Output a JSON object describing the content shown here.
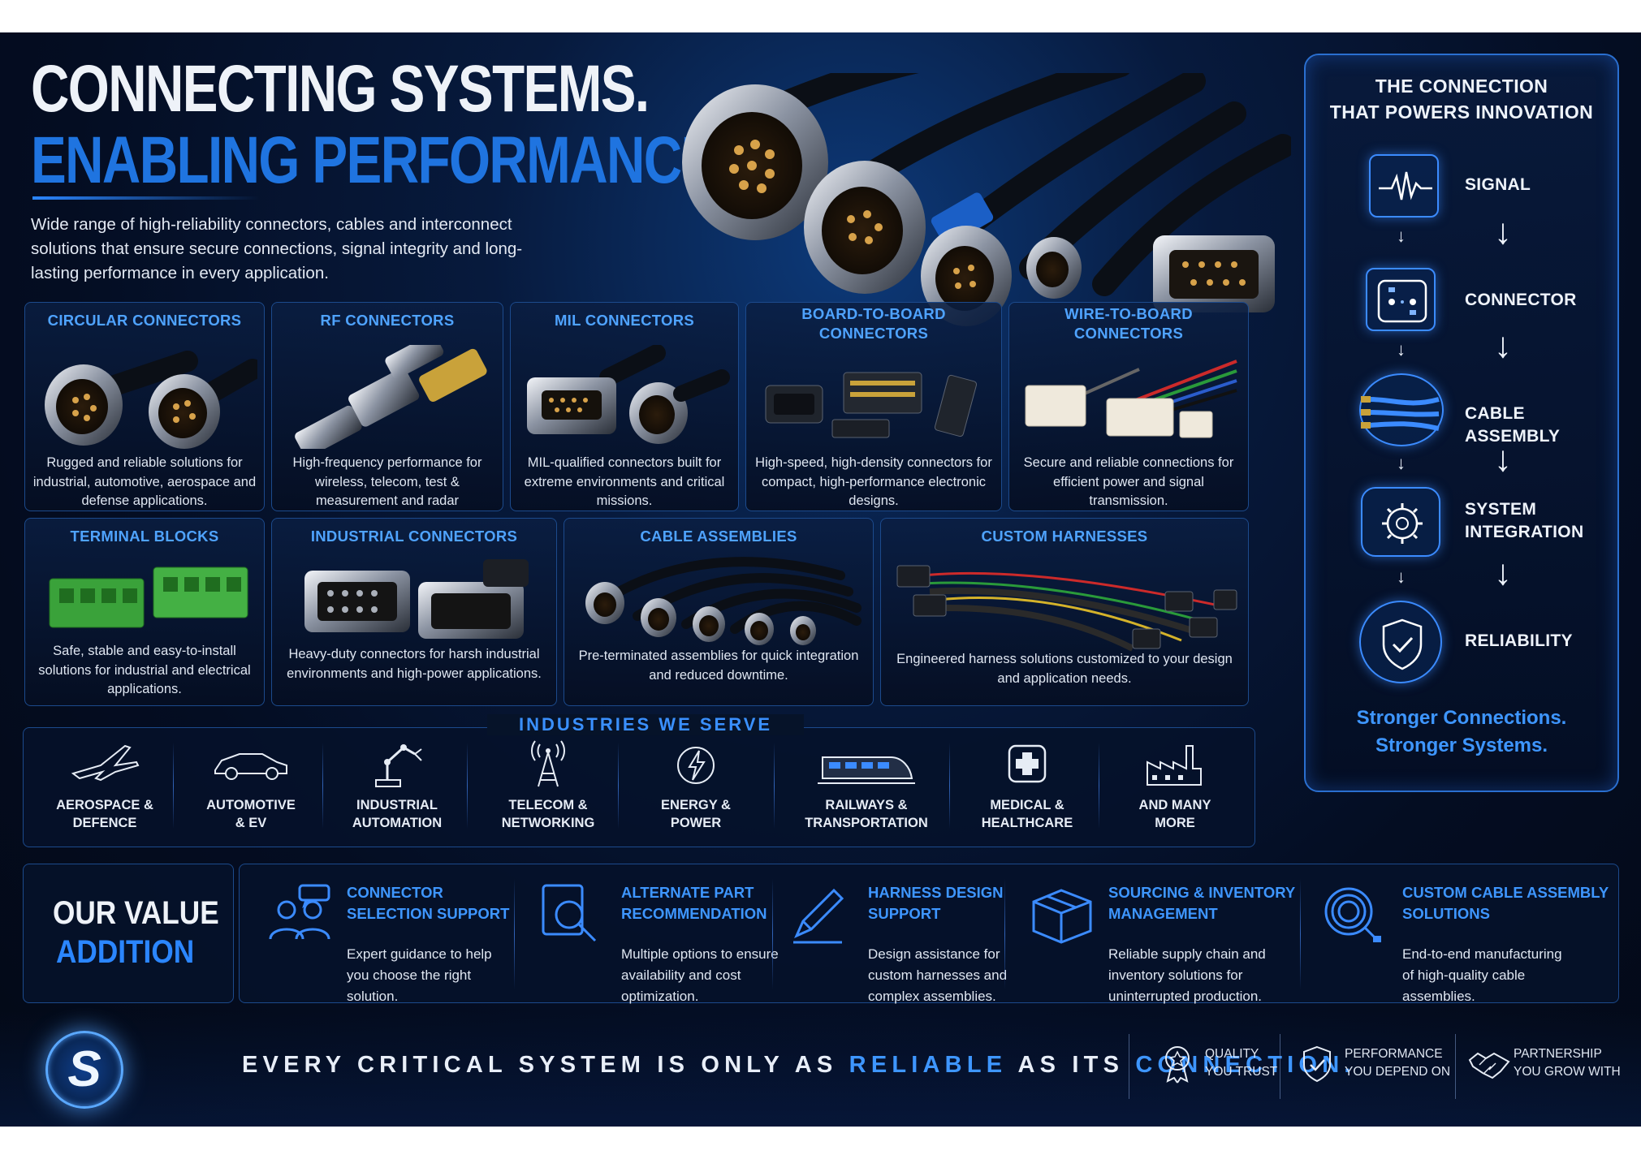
{
  "headline": {
    "line1": "CONNECTING SYSTEMS.",
    "line2": "ENABLING PERFORMANCE."
  },
  "intro": "Wide range of high-reliability connectors, cables and interconnect solutions that ensure secure connections, signal integrity and long-lasting performance in every application.",
  "products_row1": [
    {
      "title": "CIRCULAR CONNECTORS",
      "desc": "Rugged and reliable solutions for industrial, automotive, aerospace and defense applications."
    },
    {
      "title": "RF CONNECTORS",
      "desc": "High-frequency performance for wireless, telecom, test & measurement and radar applications."
    },
    {
      "title": "MIL CONNECTORS",
      "desc": "MIL-qualified connectors built for extreme environments and critical missions."
    },
    {
      "title": "BOARD-TO-BOARD CONNECTORS",
      "desc": "High-speed, high-density connectors for compact, high-performance electronic designs."
    },
    {
      "title": "WIRE-TO-BOARD CONNECTORS",
      "desc": "Secure and reliable connections for efficient power and signal transmission."
    }
  ],
  "products_row2": [
    {
      "title": "TERMINAL BLOCKS",
      "desc": "Safe, stable and easy-to-install solutions for industrial and electrical applications."
    },
    {
      "title": "INDUSTRIAL CONNECTORS",
      "desc": "Heavy-duty connectors for harsh industrial environments and high-power applications."
    },
    {
      "title": "CABLE ASSEMBLIES",
      "desc": "Pre-terminated assemblies for quick integration and reduced downtime."
    },
    {
      "title": "CUSTOM HARNESSES",
      "desc": "Engineered harness solutions customized to your design and application needs."
    }
  ],
  "flow": {
    "title_line1": "THE CONNECTION",
    "title_line2": "THAT POWERS INNOVATION",
    "steps": [
      {
        "label": "SIGNAL",
        "icon": "signal-icon"
      },
      {
        "label": "CONNECTOR",
        "icon": "connector-icon"
      },
      {
        "label": "CABLE ASSEMBLY",
        "icon": "cable-assembly-icon"
      },
      {
        "label": "SYSTEM INTEGRATION",
        "icon": "system-integration-icon"
      },
      {
        "label": "RELIABILITY",
        "icon": "shield-check-icon"
      }
    ],
    "tagline_line1": "Stronger Connections.",
    "tagline_line2": "Stronger Systems."
  },
  "industries": {
    "title": "INDUSTRIES WE SERVE",
    "items": [
      {
        "l1": "AEROSPACE &",
        "l2": "DEFENCE",
        "icon": "jet-icon"
      },
      {
        "l1": "AUTOMOTIVE",
        "l2": "& EV",
        "icon": "car-icon"
      },
      {
        "l1": "INDUSTRIAL",
        "l2": "AUTOMATION",
        "icon": "robot-arm-icon"
      },
      {
        "l1": "TELECOM &",
        "l2": "NETWORKING",
        "icon": "tower-icon"
      },
      {
        "l1": "ENERGY &",
        "l2": "POWER",
        "icon": "lightning-icon"
      },
      {
        "l1": "RAILWAYS &",
        "l2": "TRANSPORTATION",
        "icon": "train-icon"
      },
      {
        "l1": "MEDICAL &",
        "l2": "HEALTHCARE",
        "icon": "medical-cross-icon"
      },
      {
        "l1": "AND MANY",
        "l2": "MORE",
        "icon": "factory-icon"
      }
    ]
  },
  "value": {
    "label_line1": "OUR VALUE",
    "label_line2": "ADDITION",
    "items": [
      {
        "t1": "CONNECTOR",
        "t2": "SELECTION SUPPORT",
        "desc": [
          "Expert guidance to help",
          "you choose the right",
          "solution."
        ],
        "icon": "team-chat-icon"
      },
      {
        "t1": "ALTERNATE PART",
        "t2": "RECOMMENDATION",
        "desc": [
          "Multiple options to ensure",
          "availability and cost",
          "optimization."
        ],
        "icon": "magnifier-icon"
      },
      {
        "t1": "HARNESS DESIGN",
        "t2": "SUPPORT",
        "desc": [
          "Design assistance for",
          "custom harnesses and",
          "complex assemblies."
        ],
        "icon": "pen-icon"
      },
      {
        "t1": "SOURCING & INVENTORY",
        "t2": "MANAGEMENT",
        "desc": [
          "Reliable supply chain and",
          "inventory solutions for",
          "uninterrupted production."
        ],
        "icon": "box-icon"
      },
      {
        "t1": "CUSTOM CABLE ASSEMBLY",
        "t2": "SOLUTIONS",
        "desc": [
          "End-to-end manufacturing",
          "of high-quality cable",
          "assemblies."
        ],
        "icon": "coiled-cable-icon"
      }
    ]
  },
  "footer": {
    "logo_letter": "S",
    "slogan_a": "EVERY CRITICAL SYSTEM IS ONLY AS ",
    "slogan_hl1": "RELIABLE",
    "slogan_b": " AS ITS ",
    "slogan_hl2": "CONNECTION.",
    "badges": [
      {
        "l1": "QUALITY",
        "l2": "YOU TRUST",
        "icon": "award-icon"
      },
      {
        "l1": "PERFORMANCE",
        "l2": "YOU DEPEND ON",
        "icon": "shield-check-icon"
      },
      {
        "l1": "PARTNERSHIP",
        "l2": "YOU GROW WITH",
        "icon": "handshake-icon"
      }
    ]
  },
  "colors": {
    "accent": "#2b86ff",
    "title_blue": "#4fa3ff",
    "background": "#040d22"
  }
}
